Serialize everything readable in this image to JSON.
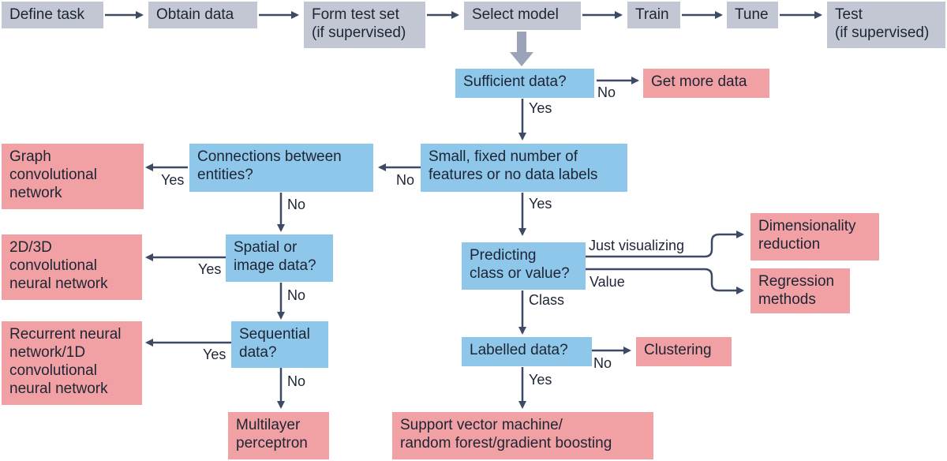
{
  "pipeline": {
    "define_task": "Define task",
    "obtain_data": "Obtain data",
    "form_test_set": "Form test set\n(if supervised)",
    "select_model": "Select model",
    "train": "Train",
    "tune": "Tune",
    "test": "Test\n(if supervised)"
  },
  "decisions": {
    "sufficient_data": "Sufficient data?",
    "small_fixed_features": "Small, fixed number of\nfeatures or no data labels",
    "connections_between_entities": "Connections between\nentities?",
    "spatial_or_image": "Spatial or\nimage data?",
    "sequential": "Sequential\ndata?",
    "predicting_class_or_value": "Predicting\nclass or value?",
    "labelled_data": "Labelled data?"
  },
  "outcomes": {
    "get_more_data": "Get more data",
    "graph_cnn": "Graph\nconvolutional\nnetwork",
    "cnn_2d3d": "2D/3D\nconvolutional\nneural network",
    "rnn_1dcnn": "Recurrent neural\nnetwork/1D\nconvolutional\nneural network",
    "mlp": "Multilayer\nperceptron",
    "dim_reduction": "Dimensionality\nreduction",
    "regression": "Regression\nmethods",
    "clustering": "Clustering",
    "svm_rf_gb": "Support vector machine/\nrandom forest/gradient boosting"
  },
  "edge_labels": {
    "no": "No",
    "yes": "Yes",
    "just_visualizing": "Just visualizing",
    "value": "Value",
    "class": "Class"
  },
  "colors": {
    "grey_box": "#c3c7d3",
    "decision_box": "#8ec7ea",
    "outcome_box": "#f1a1a3",
    "arrow": "#3d4a63",
    "select_arrow": "#9aa3b8"
  }
}
